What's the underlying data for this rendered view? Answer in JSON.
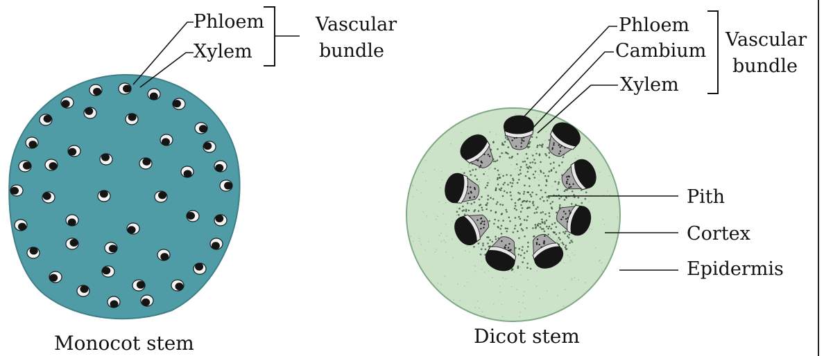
{
  "colors": {
    "monocot_fill": "#4f9ba6",
    "monocot_edge": "#3f7f88",
    "dicot_fill": "#cde3c9",
    "dicot_edge": "#7fa884",
    "bundle_dark": "#151515",
    "xylem_grey": "#a9a9a9"
  },
  "monocot": {
    "caption": "Monocot stem",
    "labels": {
      "phloem": "Phloem",
      "xylem": "Xylem",
      "group_line1": "Vascular",
      "group_line2": "bundle"
    }
  },
  "dicot": {
    "caption": "Dicot stem",
    "labels": {
      "phloem": "Phloem",
      "cambium": "Cambium",
      "xylem": "Xylem",
      "group_line1": "Vascular",
      "group_line2": "bundle",
      "pith": "Pith",
      "cortex": "Cortex",
      "epidermis": "Epidermis"
    }
  }
}
